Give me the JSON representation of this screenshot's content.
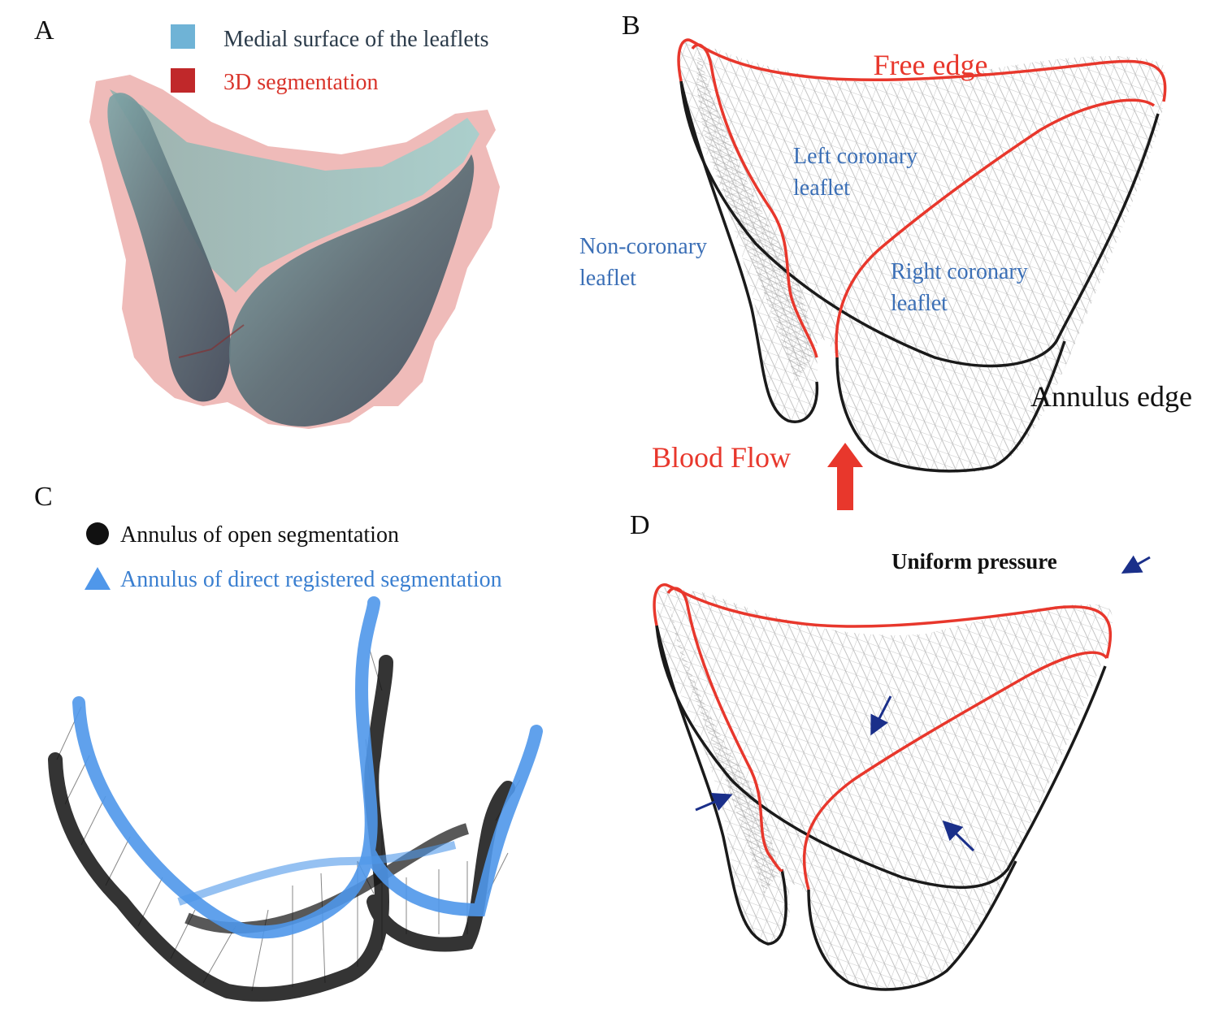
{
  "panels": {
    "A": {
      "letter": "A",
      "legend": [
        {
          "label": "Medial surface of the leaflets",
          "color": "#6fb3d6",
          "text_color": "#2b3b4a"
        },
        {
          "label": "3D segmentation",
          "color": "#c0282a",
          "text_color": "#d9342b"
        }
      ]
    },
    "B": {
      "letter": "B",
      "free_edge_label": "Free edge",
      "annulus_edge_label": "Annulus edge",
      "left_leaflet": [
        "Left coronary",
        "leaflet"
      ],
      "non_leaflet": [
        "Non-coronary",
        "leaflet"
      ],
      "right_leaflet": [
        "Right coronary",
        "leaflet"
      ],
      "blood_flow_label": "Blood Flow"
    },
    "C": {
      "letter": "C",
      "legend": [
        {
          "label": "Annulus of open segmentation",
          "marker": "circle",
          "color": "#111111",
          "text_color": "#111111"
        },
        {
          "label": "Annulus of direct registered segmentation",
          "marker": "triangle",
          "color": "#4f97ea",
          "text_color": "#3a7fd0"
        }
      ]
    },
    "D": {
      "letter": "D",
      "pressure_label": "Uniform pressure"
    }
  },
  "colors": {
    "free_edge": "#e8372c",
    "annulus": "#1a1a1a",
    "arrow_blue": "#1a2f8a",
    "blood_flow": "#e8372c"
  }
}
